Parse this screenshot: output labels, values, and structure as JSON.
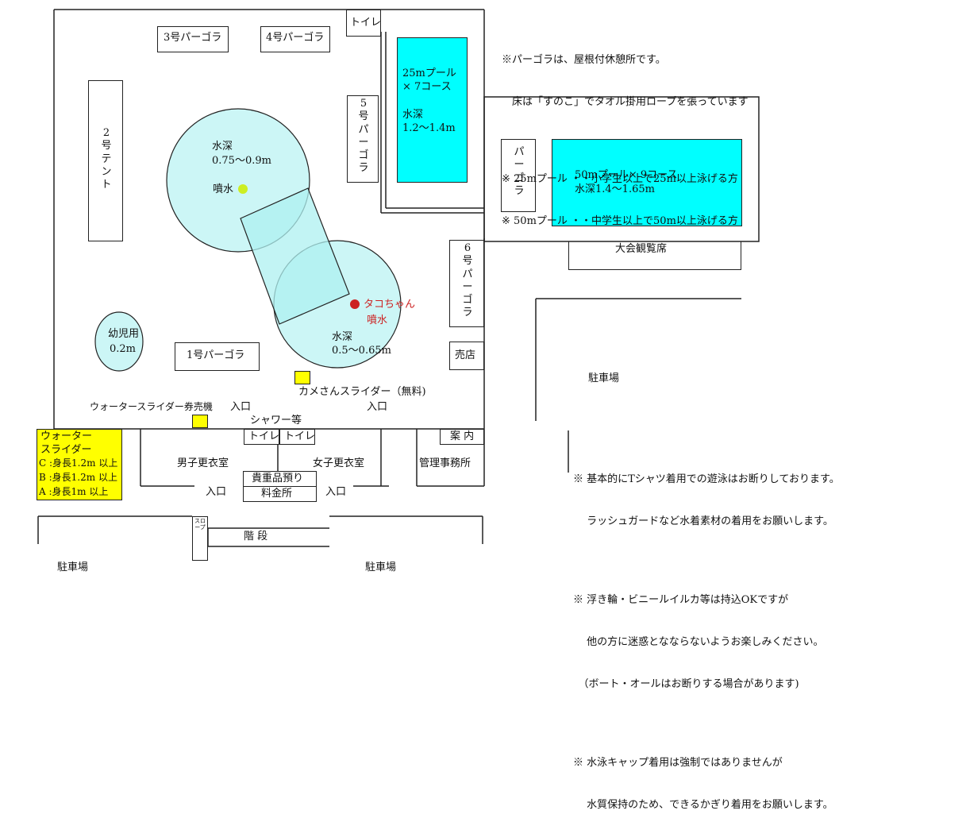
{
  "pergola": {
    "p3": "3号パーゴラ",
    "p4": "4号パーゴラ",
    "p1": "1号パーゴラ",
    "p5": "5\n号\nパ\nー\nゴ\nラ",
    "p6": "6\n号\nパ\nー\nゴ\nラ",
    "p50": "パ\nー\nゴ\nラ"
  },
  "tent2": "2\n号\nテ\nン\nト",
  "toilet_top": "トイレ",
  "pool25": {
    "line1": "25mプール",
    "line2": "× 7コース",
    "depth_label": "水深",
    "depth": "1.2〜1.4m"
  },
  "pool50": {
    "line1": "50mプール× 9コース",
    "line2": "水深1.4〜1.65m"
  },
  "stands": "大会観覧席",
  "upper_pool": {
    "depth_label": "水深",
    "depth": "0.75〜0.9m",
    "fountain": "噴水"
  },
  "lower_pool": {
    "depth_label": "水深",
    "depth": "0.5〜0.65m",
    "fountain_name": "タコちゃん",
    "fountain": "噴水"
  },
  "kids_pool": {
    "label": "幼児用",
    "depth": "0.2m"
  },
  "shop": "売店",
  "slider_kame": "カメさんスライダー（無料)",
  "ticket_machine": "ウォータースライダー券売機",
  "entrance": "入口",
  "shower": "シャワー等",
  "toilet": "トイレ",
  "info": "案 内",
  "office": "管理事務所",
  "mens_locker": "男子更衣室",
  "womens_locker": "女子更衣室",
  "valuables": "貴重品預り",
  "fee_office": "料金所",
  "stairs": "階 段",
  "slope": "スロープ",
  "parking": "駐車場",
  "water_slider": {
    "title1": "ウォーター",
    "title2": "スライダー",
    "c": "C :身長1.2m 以上",
    "b": "B :身長1.2m 以上",
    "a": "A :身長1m 以上"
  },
  "notes_top": [
    "※パーゴラは、屋根付休憩所です。",
    "　床は「すのこ」でタオル掛用ロープを張っています",
    "※ 25mプール ・・小学生以上で25m以上泳げる方",
    "※ 50mプール ・・中学生以上で50m以上泳げる方"
  ],
  "notes_bottom": [
    "※ 基本的にTシャツ着用での遊泳はお断りしております。",
    "　 ラッシュガードなど水着素材の着用をお願いします。",
    "※ 浮き輪・ビニールイルカ等は持込OKですが",
    "　 他の方に迷惑となならないようお楽しみください。",
    "　（ボート・オールはお断りする場合があります)",
    "※ 水泳キャップ着用は強制ではありませんが",
    "　 水質保持のため、できるかぎり着用をお願いします。"
  ],
  "colors": {
    "pool": "#00ffff",
    "shallow_pool": "#ccf6f6",
    "slider": "#ffff00",
    "fountain_green": "#ccee22",
    "fountain_red": "#cc2222"
  }
}
